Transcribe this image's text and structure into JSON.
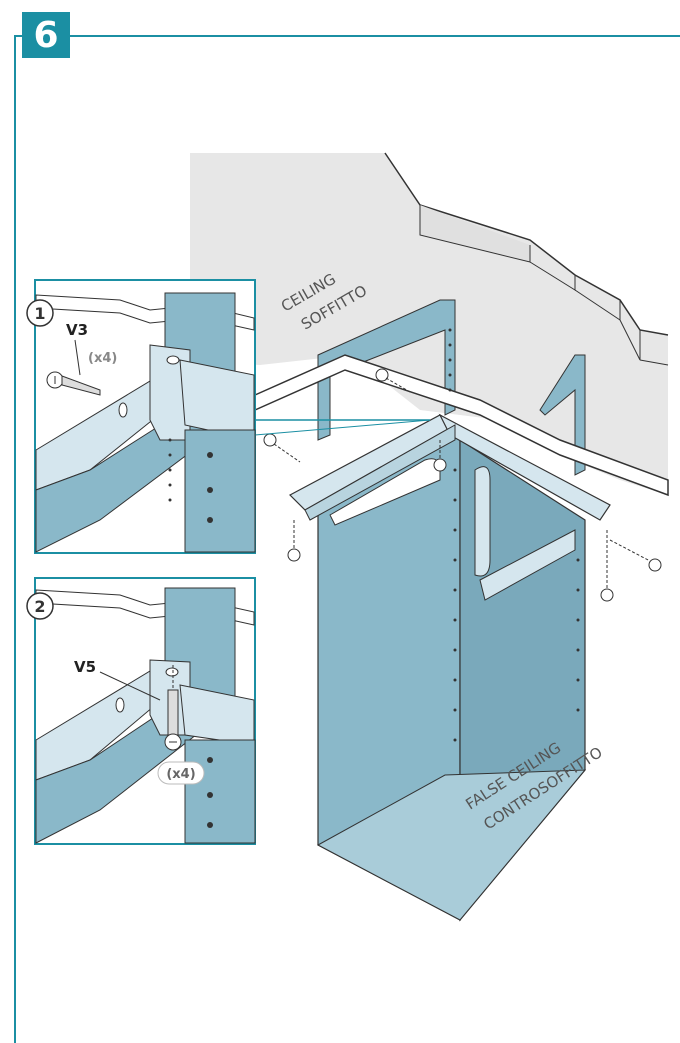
{
  "step_number": "6",
  "detail_1": {
    "number": "1",
    "part": "V3",
    "qty": "(x4)"
  },
  "detail_2": {
    "number": "2",
    "part": "V5",
    "qty": "(x4)"
  },
  "labels": {
    "ceiling": "CEILING",
    "ceiling_it": "SOFFITTO",
    "false_ceiling": "FALSE CEILING",
    "false_ceiling_it": "CONTROSOFFITTO"
  },
  "colors": {
    "accent": "#1b8fa3",
    "metal": "#8ab8c9",
    "metal_light": "#d5e6ee",
    "ceiling": "#e7e7e7"
  }
}
